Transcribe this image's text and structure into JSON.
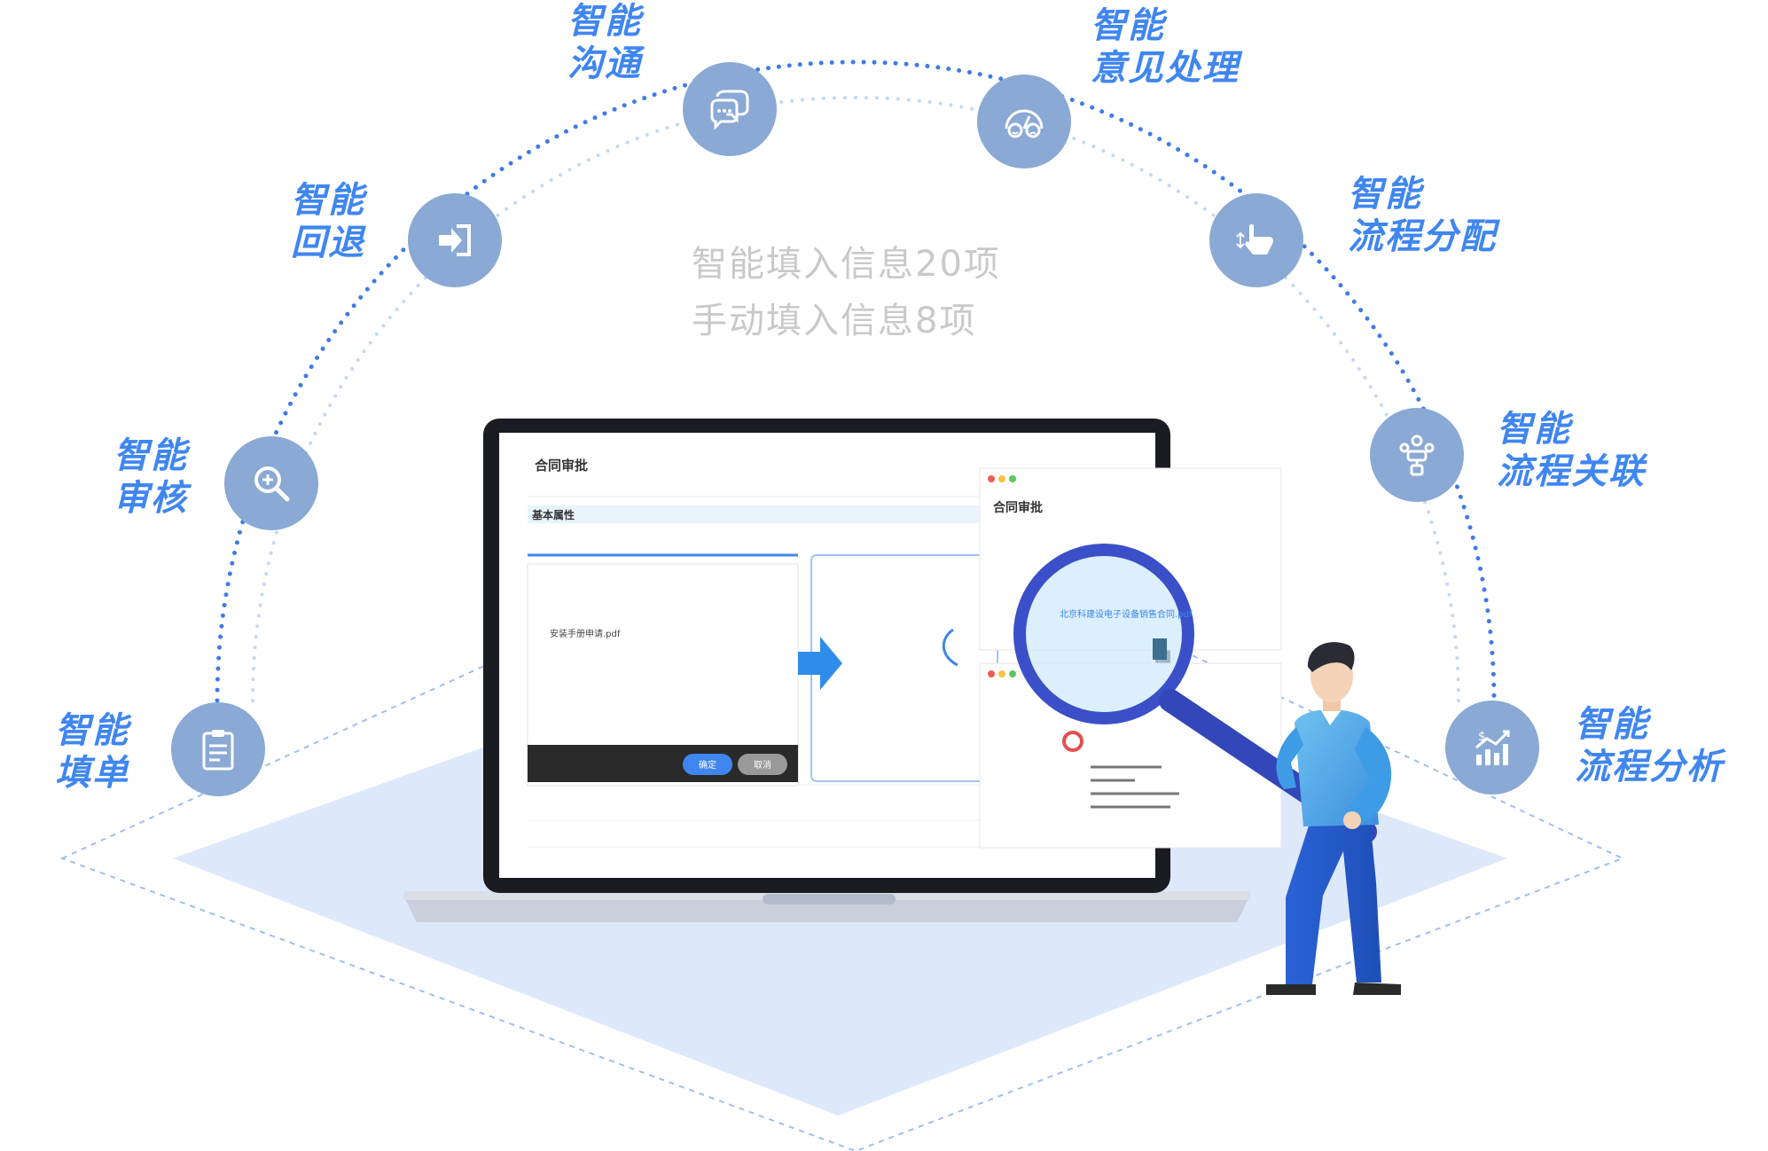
{
  "center": {
    "line1": "智能填入信息20项",
    "line2": "手动填入信息8项"
  },
  "features": [
    {
      "id": "fill-form",
      "line1": "智能",
      "line2": "填单",
      "icon": "clipboard-icon"
    },
    {
      "id": "review",
      "line1": "智能",
      "line2": "审核",
      "icon": "magnifier-plus-icon"
    },
    {
      "id": "rollback",
      "line1": "智能",
      "line2": "回退",
      "icon": "return-arrow-icon"
    },
    {
      "id": "communicate",
      "line1": "智能",
      "line2": "沟通",
      "icon": "chat-bubbles-icon"
    },
    {
      "id": "opinion",
      "line1": "智能",
      "line2": "意见处理",
      "icon": "faces-dial-icon"
    },
    {
      "id": "assign",
      "line1": "智能",
      "line2": "流程分配",
      "icon": "hand-pointer-icon"
    },
    {
      "id": "link",
      "line1": "智能",
      "line2": "流程关联",
      "icon": "people-network-icon"
    },
    {
      "id": "analyze",
      "line1": "智能",
      "line2": "流程分析",
      "icon": "growth-chart-icon"
    }
  ],
  "laptop_screen": {
    "form_title": "合同审批",
    "section_header": "基本属性",
    "upload_dialog_file": "安装手册申请.pdf",
    "confirm_button": "确定",
    "cancel_button": "取消"
  },
  "side_window": {
    "title": "合同审批",
    "attachment_name": "北京科建设电子设备销售合同.pdf"
  },
  "colors": {
    "accent": "#3f86f0",
    "icon_circle": "#8aa9d4",
    "platform": "#dde8fb"
  }
}
